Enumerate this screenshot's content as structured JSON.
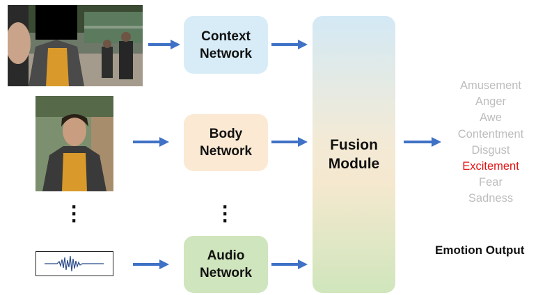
{
  "modules": {
    "context": "Context\nNetwork",
    "body": "Body\nNetwork",
    "audio": "Audio\nNetwork",
    "fusion": "Fusion\nModule"
  },
  "emotions": [
    "Amusement",
    "Anger",
    "Awe",
    "Contentment",
    "Disgust",
    "Excitement",
    "Fear",
    "Sadness"
  ],
  "highlighted_emotion": "Excitement",
  "output_title": "Emotion Output",
  "colors": {
    "context_box": "#d7ecf7",
    "body_box": "#fbe9d3",
    "audio_box": "#cfe5bd",
    "arrow": "#3f72c6",
    "highlight": "#e31212",
    "inactive_emotion": "#bdbdbd"
  },
  "icons": {
    "input_ellipsis": "vertical-ellipsis",
    "network_ellipsis": "vertical-ellipsis",
    "audio_input": "waveform-icon"
  }
}
